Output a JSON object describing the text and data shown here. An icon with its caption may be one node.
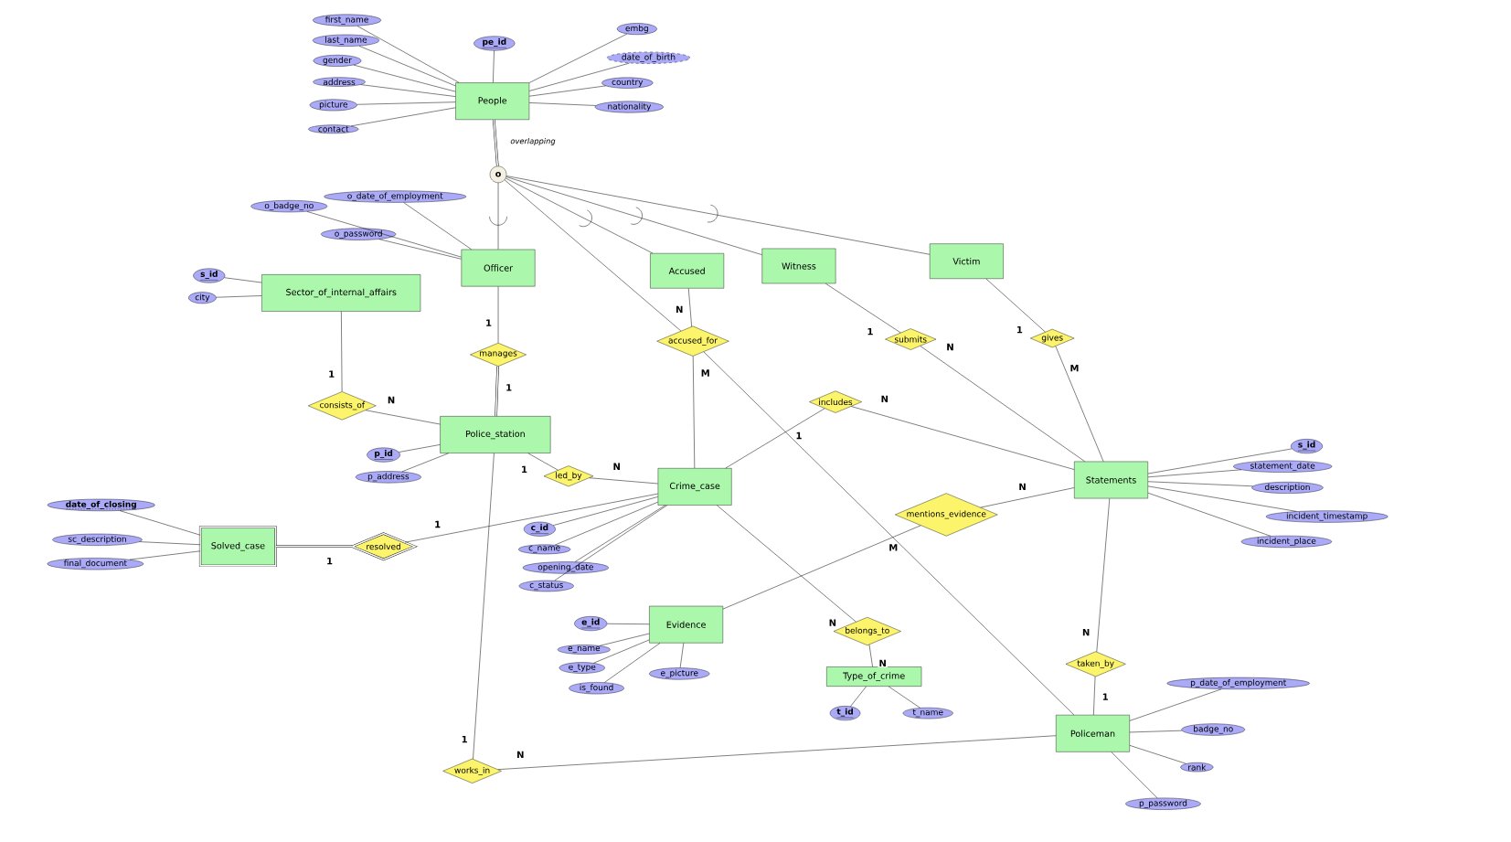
{
  "diagram": {
    "nodes": [
      {
        "text": [
          "People"
        ]
      },
      {
        "text": [
          "first_name"
        ]
      },
      {
        "text": [
          "last_name"
        ]
      },
      {
        "text": [
          "gender"
        ]
      },
      {
        "text": [
          "address"
        ]
      },
      {
        "text": [
          "picture"
        ]
      },
      {
        "text": [
          "contact"
        ]
      },
      {
        "text": [
          "pe_id"
        ]
      },
      {
        "text": [
          "embg"
        ]
      },
      {
        "text": [
          "date_of_birth"
        ]
      },
      {
        "text": [
          "country"
        ]
      },
      {
        "text": [
          "nationality"
        ]
      },
      {
        "text": [
          "o"
        ]
      },
      {
        "text": [
          "Officer"
        ]
      },
      {
        "text": [
          "o_badge_no"
        ]
      },
      {
        "text": [
          "o_date_of_employment"
        ]
      },
      {
        "text": [
          "o_password"
        ]
      },
      {
        "text": [
          "Accused"
        ]
      },
      {
        "text": [
          "Witness"
        ]
      },
      {
        "text": [
          "Victim"
        ]
      },
      {
        "text": [
          "Sector_of_internal_affairs"
        ]
      },
      {
        "text": [
          "s_id"
        ]
      },
      {
        "text": [
          "city"
        ]
      },
      {
        "text": [
          "manages"
        ]
      },
      {
        "text": [
          "accused_for"
        ]
      },
      {
        "text": [
          "submits"
        ]
      },
      {
        "text": [
          "gives"
        ]
      },
      {
        "text": [
          "consists_of"
        ]
      },
      {
        "text": [
          "Police_station"
        ]
      },
      {
        "text": [
          "p_id"
        ]
      },
      {
        "text": [
          "p_address"
        ]
      },
      {
        "text": [
          "includes"
        ]
      },
      {
        "text": [
          "led_by"
        ]
      },
      {
        "text": [
          "Crime_case"
        ]
      },
      {
        "text": [
          "c_id"
        ]
      },
      {
        "text": [
          "c_name"
        ]
      },
      {
        "text": [
          "opening_date"
        ]
      },
      {
        "text": [
          "c_status"
        ]
      },
      {
        "text": [
          "Statements"
        ]
      },
      {
        "text": [
          "s_id"
        ]
      },
      {
        "text": [
          "statement_date"
        ]
      },
      {
        "text": [
          "description"
        ]
      },
      {
        "text": [
          "incident_timestamp"
        ]
      },
      {
        "text": [
          "incident_place"
        ]
      },
      {
        "text": [
          "Solved_case"
        ]
      },
      {
        "text": [
          "date_of_closing"
        ]
      },
      {
        "text": [
          "sc_description"
        ]
      },
      {
        "text": [
          "final_document"
        ]
      },
      {
        "text": [
          "resolved"
        ]
      },
      {
        "text": [
          "mentions_evidence"
        ]
      },
      {
        "text": [
          "Evidence"
        ]
      },
      {
        "text": [
          "e_id"
        ]
      },
      {
        "text": [
          "e_name"
        ]
      },
      {
        "text": [
          "e_type"
        ]
      },
      {
        "text": [
          "is_found"
        ]
      },
      {
        "text": [
          "e_picture"
        ]
      },
      {
        "text": [
          "belongs_to"
        ]
      },
      {
        "text": [
          "Type_of_crime"
        ]
      },
      {
        "text": [
          "t_id"
        ]
      },
      {
        "text": [
          "t_name"
        ]
      },
      {
        "text": [
          "taken_by"
        ]
      },
      {
        "text": [
          "Policeman"
        ]
      },
      {
        "text": [
          "p_date_of_employment"
        ]
      },
      {
        "text": [
          "badge_no"
        ]
      },
      {
        "text": [
          "rank"
        ]
      },
      {
        "text": [
          "p_password"
        ]
      },
      {
        "text": [
          "works_in"
        ]
      }
    ],
    "edges": [
      {
        "from": 1,
        "to": 0,
        "arrow": "none"
      },
      {
        "from": 2,
        "to": 0,
        "arrow": "none"
      },
      {
        "from": 3,
        "to": 0,
        "arrow": "none"
      },
      {
        "from": 4,
        "to": 0,
        "arrow": "none"
      },
      {
        "from": 5,
        "to": 0,
        "arrow": "none"
      },
      {
        "from": 6,
        "to": 0,
        "arrow": "none"
      },
      {
        "from": 7,
        "to": 0,
        "arrow": "none"
      },
      {
        "from": 8,
        "to": 0,
        "arrow": "none"
      },
      {
        "from": 9,
        "to": 0,
        "arrow": "none"
      },
      {
        "from": 10,
        "to": 0,
        "arrow": "none"
      },
      {
        "from": 11,
        "to": 0,
        "arrow": "none"
      },
      {
        "from": 0,
        "to": 12,
        "arrow": "none",
        "label": "overlapping"
      },
      {
        "from": 12,
        "to": 13,
        "arrow": "none"
      },
      {
        "from": 12,
        "to": 17,
        "arrow": "none"
      },
      {
        "from": 12,
        "to": 18,
        "arrow": "none"
      },
      {
        "from": 12,
        "to": 19,
        "arrow": "none"
      },
      {
        "from": 12,
        "to": 24,
        "arrow": "none"
      },
      {
        "from": 14,
        "to": 13,
        "arrow": "none"
      },
      {
        "from": 15,
        "to": 13,
        "arrow": "none"
      },
      {
        "from": 16,
        "to": 13,
        "arrow": "none"
      },
      {
        "from": 21,
        "to": 20,
        "arrow": "none"
      },
      {
        "from": 22,
        "to": 20,
        "arrow": "none"
      },
      {
        "from": 13,
        "to": 23,
        "arrow": "none",
        "label": "1"
      },
      {
        "from": 23,
        "to": 28,
        "arrow": "none",
        "label": "1"
      },
      {
        "from": 20,
        "to": 27,
        "arrow": "none",
        "label": "1"
      },
      {
        "from": 27,
        "to": 28,
        "arrow": "none",
        "label": "N"
      },
      {
        "from": 17,
        "to": 24,
        "arrow": "none",
        "label": "N"
      },
      {
        "from": 24,
        "to": 33,
        "arrow": "none",
        "label": "M"
      },
      {
        "from": 24,
        "to": 61,
        "arrow": "none"
      },
      {
        "from": 18,
        "to": 25,
        "arrow": "none",
        "label": "1"
      },
      {
        "from": 25,
        "to": 38,
        "arrow": "none",
        "label": "N"
      },
      {
        "from": 19,
        "to": 26,
        "arrow": "none",
        "label": "1"
      },
      {
        "from": 26,
        "to": 38,
        "arrow": "none",
        "label": "M"
      },
      {
        "from": 29,
        "to": 28,
        "arrow": "none"
      },
      {
        "from": 30,
        "to": 28,
        "arrow": "none"
      },
      {
        "from": 28,
        "to": 32,
        "arrow": "none",
        "label": "1"
      },
      {
        "from": 32,
        "to": 33,
        "arrow": "none",
        "label": "N"
      },
      {
        "from": 28,
        "to": 66,
        "arrow": "none",
        "label": "1"
      },
      {
        "from": 66,
        "to": 61,
        "arrow": "none",
        "label": "N"
      },
      {
        "from": 34,
        "to": 33,
        "arrow": "none"
      },
      {
        "from": 35,
        "to": 33,
        "arrow": "none"
      },
      {
        "from": 36,
        "to": 33,
        "arrow": "none"
      },
      {
        "from": 37,
        "to": 33,
        "arrow": "none"
      },
      {
        "from": 33,
        "to": 48,
        "arrow": "none",
        "label": "1"
      },
      {
        "from": 48,
        "to": 44,
        "arrow": "none",
        "label": "1"
      },
      {
        "from": 45,
        "to": 44,
        "arrow": "none"
      },
      {
        "from": 46,
        "to": 44,
        "arrow": "none"
      },
      {
        "from": 47,
        "to": 44,
        "arrow": "none"
      },
      {
        "from": 33,
        "to": 31,
        "arrow": "none",
        "label": "1"
      },
      {
        "from": 31,
        "to": 38,
        "arrow": "none",
        "label": "N"
      },
      {
        "from": 39,
        "to": 38,
        "arrow": "none"
      },
      {
        "from": 40,
        "to": 38,
        "arrow": "none"
      },
      {
        "from": 41,
        "to": 38,
        "arrow": "none"
      },
      {
        "from": 42,
        "to": 38,
        "arrow": "none"
      },
      {
        "from": 43,
        "to": 38,
        "arrow": "none"
      },
      {
        "from": 50,
        "to": 49,
        "arrow": "none",
        "label": "M"
      },
      {
        "from": 49,
        "to": 38,
        "arrow": "none",
        "label": "N"
      },
      {
        "from": 51,
        "to": 50,
        "arrow": "none"
      },
      {
        "from": 52,
        "to": 50,
        "arrow": "none"
      },
      {
        "from": 53,
        "to": 50,
        "arrow": "none"
      },
      {
        "from": 54,
        "to": 50,
        "arrow": "none"
      },
      {
        "from": 55,
        "to": 50,
        "arrow": "none"
      },
      {
        "from": 33,
        "to": 56,
        "arrow": "none",
        "label": "N"
      },
      {
        "from": 56,
        "to": 57,
        "arrow": "none",
        "label": "N"
      },
      {
        "from": 58,
        "to": 57,
        "arrow": "none"
      },
      {
        "from": 59,
        "to": 57,
        "arrow": "none"
      },
      {
        "from": 38,
        "to": 60,
        "arrow": "none",
        "label": "N"
      },
      {
        "from": 60,
        "to": 61,
        "arrow": "none",
        "label": "1"
      },
      {
        "from": 62,
        "to": 61,
        "arrow": "none"
      },
      {
        "from": 63,
        "to": 61,
        "arrow": "none"
      },
      {
        "from": 64,
        "to": 61,
        "arrow": "none"
      },
      {
        "from": 65,
        "to": 61,
        "arrow": "none"
      }
    ]
  }
}
